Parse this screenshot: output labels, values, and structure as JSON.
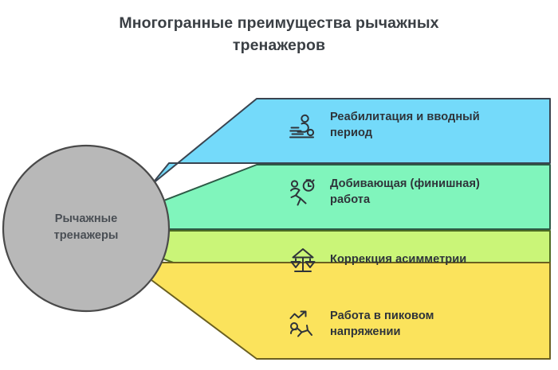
{
  "title": "Многогранные преимущества рычажных тренажеров",
  "hub": {
    "label": "Рычажные\nтренажеры",
    "fill": "#b8b8b8",
    "stroke": "#4a4a4a",
    "text_color": "#4a4f55"
  },
  "bands": [
    {
      "id": "band-rehab",
      "label": "Реабилитация и вводный\nпериод",
      "icon": "rehab-person-icon",
      "fill": "#74dafa",
      "stroke": "#3a4450"
    },
    {
      "id": "band-finisher",
      "label": "Добивающая (финишная)\nработа",
      "icon": "runner-stopwatch-icon",
      "fill": "#80f5bc",
      "stroke": "#2d5a46"
    },
    {
      "id": "band-asymmetry",
      "label": "Коррекция асимметрии",
      "icon": "balance-scales-icon",
      "fill": "#caf578",
      "stroke": "#4d6b22"
    },
    {
      "id": "band-peak",
      "label": "Работа в пиковом\nнапряжении",
      "icon": "trend-up-person-icon",
      "fill": "#fbe35c",
      "stroke": "#6b6020"
    }
  ],
  "colors": {
    "background": "#ffffff",
    "title_color": "#3a3f44",
    "band_text_color": "#2f343a",
    "icon_stroke": "#2f343a"
  }
}
